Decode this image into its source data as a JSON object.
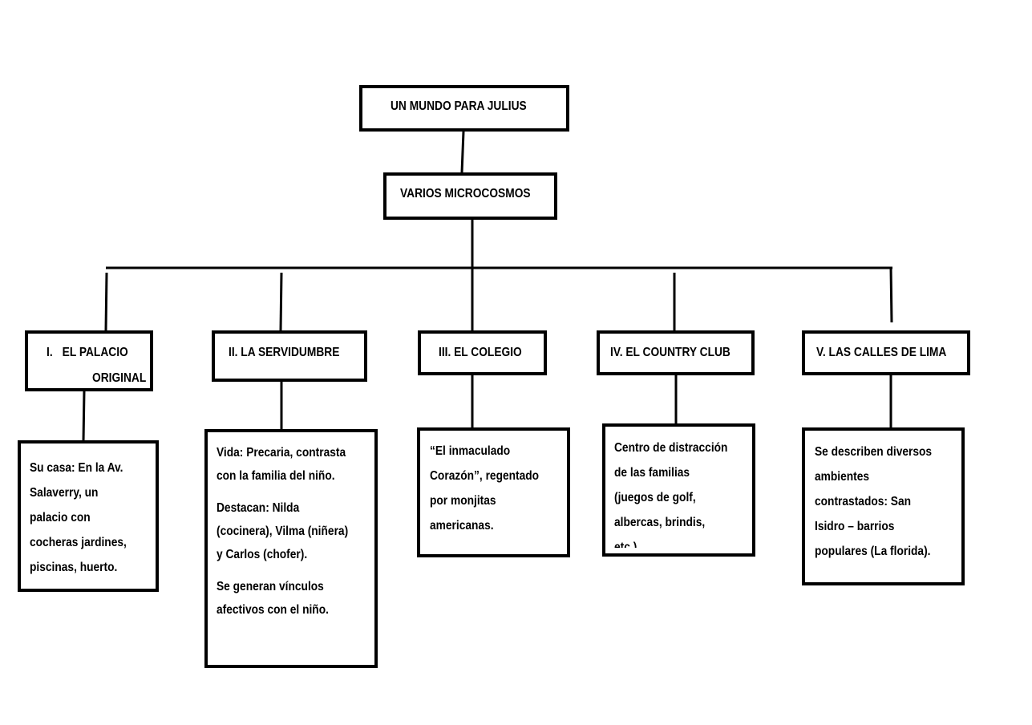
{
  "root": "UN MUNDO PARA JULIUS",
  "middle": "VARIOS MICROCOSMOS",
  "branches": [
    {
      "number": "I.",
      "title": "EL PALACIO",
      "title_line2": "ORIGINAL",
      "desc": [
        "Su casa:  En la Av.",
        "Salaverry, un",
        "palacio con",
        "cocheras jardines,",
        "piscinas, huerto."
      ]
    },
    {
      "title": "II. LA SERVIDUMBRE",
      "desc_p1": [
        "Vida: Precaria, contrasta",
        "con la familia del niño."
      ],
      "desc_p2": [
        "Destacan: Nilda",
        "(cocinera), Vilma (niñera)",
        "y Carlos (chofer)."
      ],
      "desc_p3": [
        "Se generan vínculos",
        "afectivos con el niño."
      ]
    },
    {
      "title": "III. EL COLEGIO",
      "desc": [
        "“El inmaculado",
        "Corazón”, regentado",
        "por monjitas",
        "americanas."
      ]
    },
    {
      "title": "IV. EL COUNTRY CLUB",
      "desc": [
        "Centro de distracción",
        "de las familias",
        "(juegos de golf,",
        "albercas, brindis,",
        "etc.)"
      ]
    },
    {
      "title": "V. LAS CALLES DE LIMA",
      "desc": [
        "Se describen diversos",
        "ambientes",
        "contrastados: San",
        "Isidro – barrios",
        "populares (La florida)."
      ]
    }
  ]
}
